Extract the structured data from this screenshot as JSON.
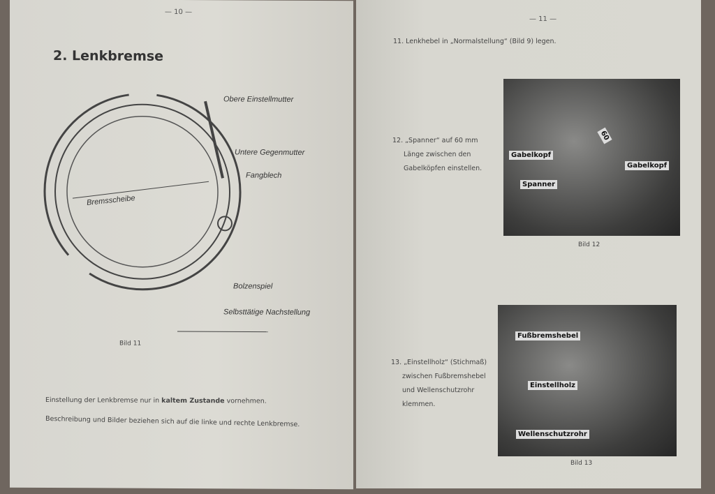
{
  "left_page": {
    "page_number": "— 10 —",
    "heading": "2. Lenkbremse",
    "diagram_labels": [
      "Obere Einstellmutter",
      "Untere Gegenmutter",
      "Fangblech",
      "Bremsscheibe",
      "Bolzenspiel",
      "Selbsttätige Nachstellung"
    ],
    "caption": "Bild 11",
    "para1_pre": "Einstellung der Lenkbremse nur in ",
    "para1_bold": "kaltem Zustande",
    "para1_post": " vornehmen.",
    "para2": "Beschreibung und Bilder beziehen sich auf die linke und rechte Lenkbremse."
  },
  "right_page": {
    "page_number": "— 11 —",
    "step11": "11. Lenkhebel in „Normalstellung“ (Bild 9) legen.",
    "step12_lines": [
      "12. „Spanner“ auf 60 mm",
      "Länge zwischen den",
      "Gabelköpfen einstellen."
    ],
    "photo12_labels": [
      "Gabelkopf",
      "Gabelkopf",
      "Spanner",
      "60"
    ],
    "caption12": "Bild 12",
    "step13_lines": [
      "13. „Einstellholz“ (Stichmaß)",
      "zwischen Fußbremshebel",
      "und Wellenschutzrohr",
      "klemmen."
    ],
    "photo13_labels": [
      "Fußbremshebel",
      "Einstellholz",
      "Wellenschutzrohr"
    ],
    "caption13": "Bild 13"
  }
}
